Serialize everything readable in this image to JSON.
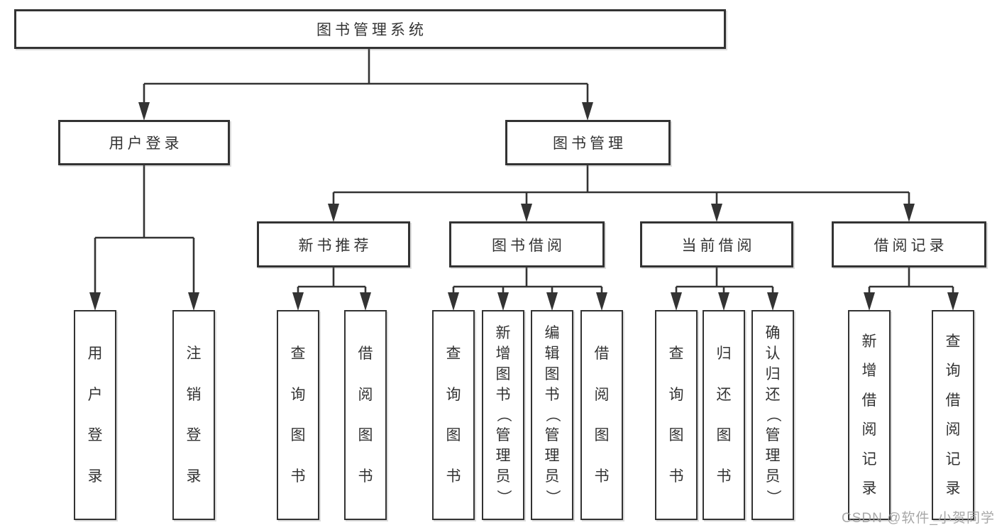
{
  "tree": {
    "root": {
      "label": "图书管理系统",
      "children": [
        {
          "label": "用户登录",
          "children": [
            {
              "label": "用户登录"
            },
            {
              "label": "注销登录"
            }
          ]
        },
        {
          "label": "图书管理",
          "children": [
            {
              "label": "新书推荐",
              "children": [
                {
                  "label": "查询图书"
                },
                {
                  "label": "借阅图书"
                }
              ]
            },
            {
              "label": "图书借阅",
              "children": [
                {
                  "label": "查询图书"
                },
                {
                  "label": "新增图书（管理员）"
                },
                {
                  "label": "编辑图书（管理员）"
                },
                {
                  "label": "借阅图书"
                }
              ]
            },
            {
              "label": "当前借阅",
              "children": [
                {
                  "label": "查询图书"
                },
                {
                  "label": "归还图书"
                },
                {
                  "label": "确认归还（管理员）"
                }
              ]
            },
            {
              "label": "借阅记录",
              "children": [
                {
                  "label": "新增借阅记录"
                },
                {
                  "label": "查询借阅记录"
                }
              ]
            }
          ]
        }
      ]
    }
  },
  "watermark": "CSDN @软件_小贺同学",
  "colors": {
    "line": "#333333",
    "box_border": "#333333",
    "box_fill": "#ffffff",
    "text": "#333333",
    "watermark": "#9c9c9c"
  }
}
